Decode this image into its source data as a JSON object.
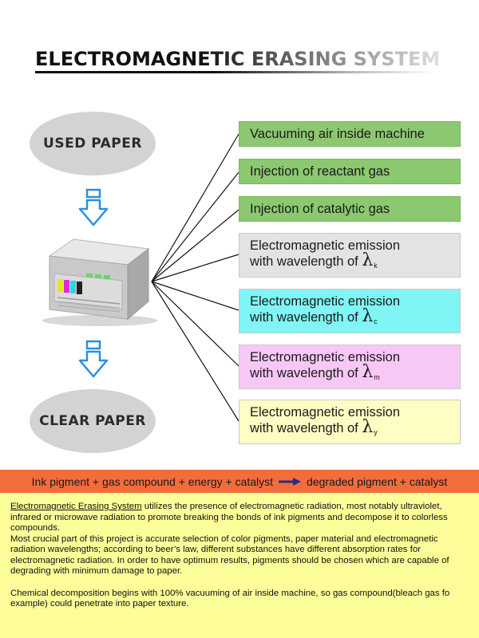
{
  "title": "ELECTROMAGNETIC ERASING SYSTEM",
  "nodes": {
    "input": "USED PAPER",
    "output": "CLEAR PAPER"
  },
  "steps": [
    {
      "text": "Vacuuming air inside machine",
      "color": "#8cc870"
    },
    {
      "text": "Injection of reactant gas",
      "color": "#8cc870"
    },
    {
      "text": "Injection of catalytic gas",
      "color": "#8cc870"
    },
    {
      "line1": "Electromagnetic emission",
      "line2": "with wavelength of",
      "symbol": "λ",
      "sub": "k",
      "color": "#e3e3e3"
    },
    {
      "line1": "Electromagnetic emission",
      "line2": "with wavelength of",
      "symbol": "λ",
      "sub": "c",
      "color": "#7ff5f5"
    },
    {
      "line1": "Electromagnetic emission",
      "line2": "with wavelength of",
      "symbol": "λ",
      "sub": "m",
      "color": "#f7c8f5"
    },
    {
      "line1": "Electromagnetic emission",
      "line2": "with wavelength of",
      "symbol": "λ",
      "sub": "y",
      "color": "#fdfdc4"
    }
  ],
  "equation": {
    "left": "Ink pigment + gas compound + energy + catalyst",
    "right": "degraded pigment + catalyst",
    "bar_color": "#f26c3c",
    "arrow_color": "#1f2f8c"
  },
  "description": {
    "p1_link": "Electromagnetic Erasing System",
    "p1_rest": " utilizes the presence of electromagnetic radiation, most notably ultraviolet, infrared or microwave radiation to promote breaking the bonds of ink pigments and decompose it to colorless compounds.",
    "p2": "Most crucial part of this project is accurate selection of color pigments, paper material and electromagnetic radiation wavelengths; according to beer’s law, different substances have different absorption rates for electromagnetic radiation. In order to have optimum results, pigments should be chosen which are capable of degrading with minimum damage to paper.",
    "p3": "Chemical decomposition  begins with 100% vacuuming of air inside machine, so gas compound(bleach gas fo example) could penetrate into paper texture.",
    "background": "#fdfd99"
  }
}
